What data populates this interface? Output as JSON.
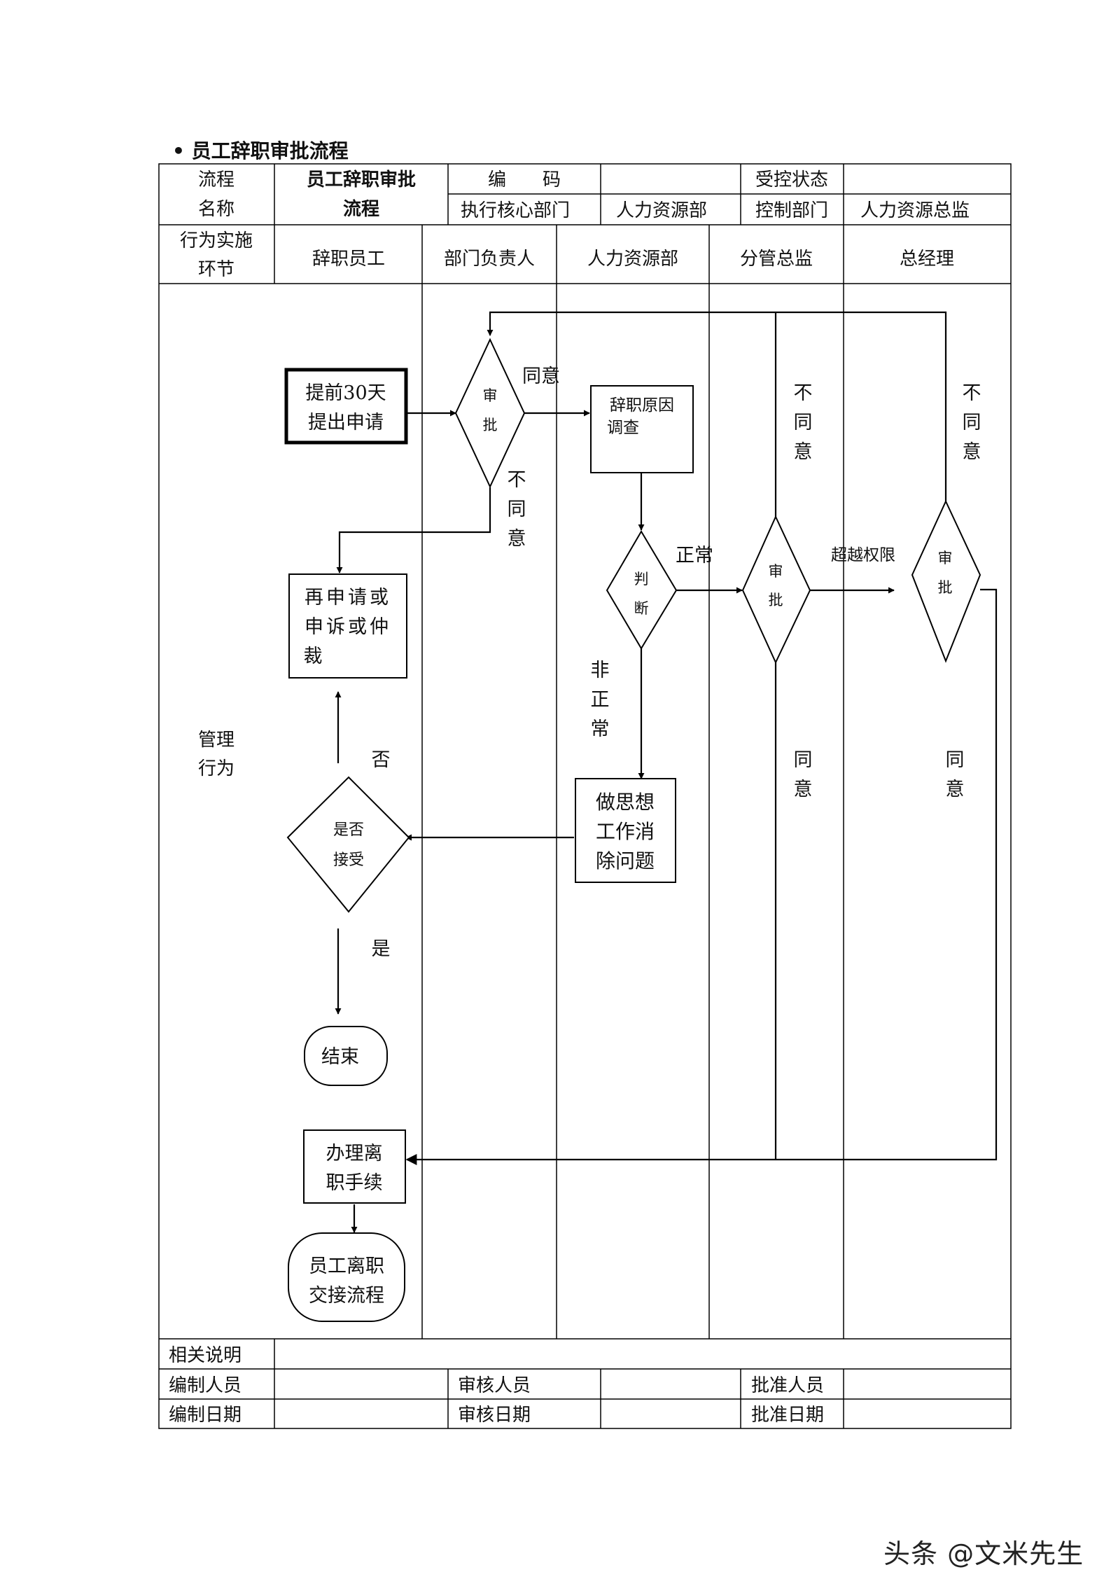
{
  "heading": "• 员工辞职审批流程",
  "header": {
    "flow_name_label": [
      "流程",
      "名称"
    ],
    "flow_name_value": [
      "员工辞职审批",
      "流程"
    ],
    "code_label": "编　　码",
    "control_status_label": "受控状态",
    "exec_dept_label": "执行核心部门",
    "exec_dept_value": "人力资源部",
    "control_dept_label": "控制部门",
    "control_dept_value": "人力资源总监",
    "stage_label": [
      "行为实施",
      "环节"
    ]
  },
  "lanes": [
    "辞职员工",
    "部门负责人",
    "人力资源部",
    "分管总监",
    "总经理"
  ],
  "row_label": [
    "管理",
    "行为"
  ],
  "nodes": {
    "submit": [
      "提前30天",
      "提出申请"
    ],
    "dept_approve": [
      "审",
      "批"
    ],
    "reason_survey": [
      "辞职原因",
      "调查"
    ],
    "judge": [
      "判",
      "断"
    ],
    "director_approve": [
      "审",
      "批"
    ],
    "gm_approve": [
      "审",
      "批"
    ],
    "reapply": [
      "再申请或",
      "申诉或仲",
      "裁"
    ],
    "accept": [
      "是否",
      "接受"
    ],
    "ideology": [
      "做思想",
      "工作消",
      "除问题"
    ],
    "end": "结束",
    "handle_exit": [
      "办理离",
      "职手续"
    ],
    "handover": [
      "员工离职",
      "交接流程"
    ]
  },
  "edge_labels": {
    "agree": "同意",
    "disagree_vert": [
      "不",
      "同",
      "意"
    ],
    "normal": "正常",
    "abnormal": [
      "非",
      "正",
      "常"
    ],
    "exceed": "超越权限",
    "no": "否",
    "yes": "是",
    "agree_vert": [
      "同",
      "意"
    ]
  },
  "footer": {
    "notes_label": "相关说明",
    "prepared_by_label": "编制人员",
    "reviewed_by_label": "审核人员",
    "approved_by_label": "批准人员",
    "prepared_date_label": "编制日期",
    "reviewed_date_label": "审核日期",
    "approved_date_label": "批准日期"
  },
  "watermark": "头条 @文米先生"
}
